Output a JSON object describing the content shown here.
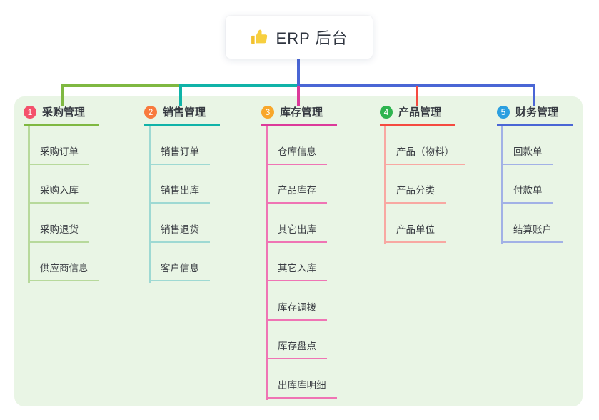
{
  "root": {
    "label": "ERP 后台",
    "icon": "thumbs-up-icon"
  },
  "canvas": {
    "page_background": "#ffffff",
    "panel_background": "#e9f5e5",
    "stem_color": "#4a66d5"
  },
  "branches": [
    {
      "badge": "1",
      "title": "采购管理",
      "color": "#7fb841",
      "light_color": "#b7d99b",
      "badge_color": "#f4516c",
      "children": [
        "采购订单",
        "采购入库",
        "采购退货",
        "供应商信息"
      ]
    },
    {
      "badge": "2",
      "title": "销售管理",
      "color": "#10b3a8",
      "light_color": "#9ed9d3",
      "badge_color": "#f87a3e",
      "children": [
        "销售订单",
        "销售出库",
        "销售退货",
        "客户信息"
      ]
    },
    {
      "badge": "3",
      "title": "库存管理",
      "color": "#dc3a9a",
      "light_color": "#ef74b4",
      "badge_color": "#f8a72b",
      "children": [
        "仓库信息",
        "产品库存",
        "其它出库",
        "其它入库",
        "库存调拨",
        "库存盘点",
        "出库库明细"
      ]
    },
    {
      "badge": "4",
      "title": "产品管理",
      "color": "#f54a40",
      "light_color": "#f8a8a2",
      "badge_color": "#2eb44f",
      "children": [
        "产品（物料）",
        "产品分类",
        "产品单位"
      ]
    },
    {
      "badge": "5",
      "title": "财务管理",
      "color": "#4a66d5",
      "light_color": "#a2b1e6",
      "badge_color": "#2b9fe0",
      "children": [
        "回款单",
        "付款单",
        "结算账户"
      ]
    }
  ]
}
